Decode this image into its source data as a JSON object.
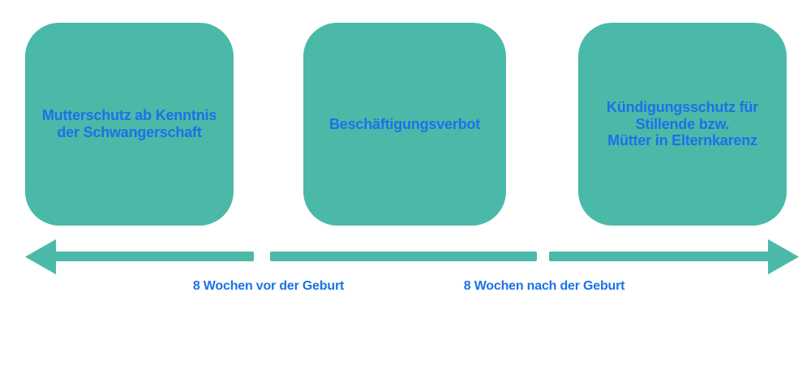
{
  "colors": {
    "teal": "#4ab9a8",
    "blue": "#1b72e8",
    "background": "#ffffff"
  },
  "boxes": [
    {
      "id": "mutterschutz",
      "label": "Mutterschutz ab Kenntnis\nder Schwangerschaft"
    },
    {
      "id": "beschaeftigungsverbot",
      "label": "Beschäftigungsverbot"
    },
    {
      "id": "kuendigungsschutz",
      "label": "Kündigungsschutz für\nStillende bzw.\nMütter in Elternkarenz"
    }
  ],
  "timeline": {
    "labels": [
      "8 Wochen vor der Geburt",
      "8 Wochen nach der Geburt"
    ]
  }
}
